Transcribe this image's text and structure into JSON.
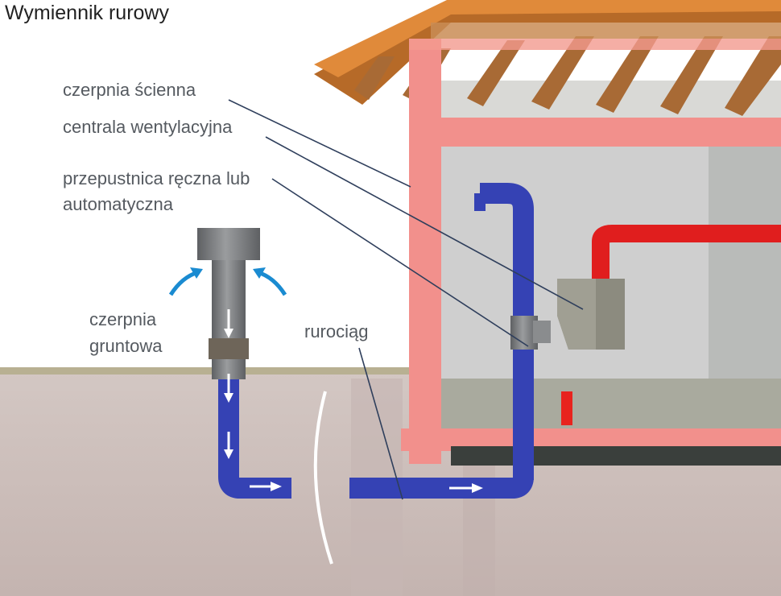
{
  "title": "Wymiennik rurowy",
  "labels": {
    "wall_intake": "czerpnia ścienna",
    "ventilation_unit": "centrala wentylacyjna",
    "damper_line1": "przepustnica ręczna lub",
    "damper_line2": "automatyczna",
    "ground_intake_line1": "czerpnia",
    "ground_intake_line2": "gruntowa",
    "pipeline": "rurociąg"
  },
  "colors": {
    "sky": "#ffffff",
    "soil": "#cdbfbb",
    "wall": "#f2908c",
    "roof": "#c9873d",
    "pipe_intake": "#2f3aa6",
    "pipe_supply": "#e01e1e",
    "fitting": "#7c7e80",
    "arrow_air": "#1a8bd1"
  }
}
